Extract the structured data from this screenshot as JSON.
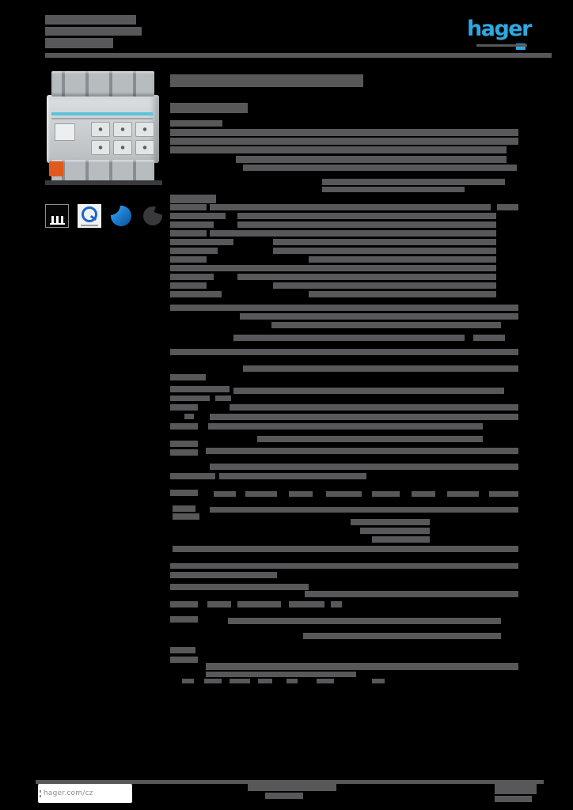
{
  "page": {
    "colors": {
      "background": "#000000",
      "redacted_text": "#58585a",
      "brand_blue": "#2ea9e0",
      "product_cyan": "#59c4d9",
      "product_orange": "#e05a1e",
      "q_mark_blue": "#1b66c9",
      "cert_blue": "#1d7fd0",
      "footer_box": "#ffffff",
      "footer_text": "#8f8f8f"
    }
  },
  "header": {
    "logo_text": "hager"
  },
  "footer": {
    "website": "hager.com/cz"
  },
  "icons": [
    {
      "name": "black-square-cert-icon"
    },
    {
      "name": "blue-q-quality-icon"
    },
    {
      "name": "blue-round-cert-icon"
    },
    {
      "name": "dark-circle-cert-icon"
    }
  ],
  "redacted_text_bars": [
    [
      57,
      19,
      115,
      12
    ],
    [
      57,
      34,
      122,
      11
    ],
    [
      57,
      48,
      86,
      13
    ],
    [
      602,
      56,
      64,
      3
    ],
    [
      57,
      67,
      640,
      6
    ],
    [
      215,
      94,
      244,
      16
    ],
    [
      215,
      130,
      98,
      13
    ],
    [
      215,
      152,
      66,
      8
    ],
    [
      215,
      163,
      440,
      9
    ],
    [
      215,
      174,
      440,
      9
    ],
    [
      215,
      185,
      425,
      9
    ],
    [
      298,
      197,
      342,
      9
    ],
    [
      307,
      208,
      346,
      8
    ],
    [
      407,
      226,
      231,
      8
    ],
    [
      407,
      236,
      180,
      7
    ],
    [
      215,
      246,
      58,
      11
    ],
    [
      215,
      258,
      46,
      8
    ],
    [
      265,
      258,
      355,
      8
    ],
    [
      628,
      258,
      27,
      8
    ],
    [
      215,
      269,
      70,
      8
    ],
    [
      300,
      269,
      327,
      8
    ],
    [
      215,
      280,
      55,
      8
    ],
    [
      300,
      280,
      327,
      8
    ],
    [
      215,
      291,
      46,
      8
    ],
    [
      265,
      291,
      362,
      8
    ],
    [
      215,
      302,
      80,
      8
    ],
    [
      345,
      302,
      282,
      8
    ],
    [
      215,
      313,
      60,
      8
    ],
    [
      345,
      313,
      282,
      8
    ],
    [
      215,
      324,
      46,
      8
    ],
    [
      390,
      324,
      237,
      8
    ],
    [
      215,
      335,
      70,
      8
    ],
    [
      265,
      335,
      362,
      8
    ],
    [
      215,
      346,
      55,
      8
    ],
    [
      300,
      346,
      327,
      8
    ],
    [
      215,
      357,
      46,
      8
    ],
    [
      345,
      357,
      282,
      8
    ],
    [
      215,
      368,
      65,
      8
    ],
    [
      390,
      368,
      237,
      8
    ],
    [
      215,
      385,
      440,
      8
    ],
    [
      303,
      396,
      352,
      8
    ],
    [
      343,
      407,
      290,
      8
    ],
    [
      295,
      423,
      292,
      8
    ],
    [
      598,
      423,
      40,
      8
    ],
    [
      215,
      441,
      47,
      8
    ],
    [
      260,
      441,
      395,
      8
    ],
    [
      307,
      462,
      348,
      8
    ],
    [
      215,
      473,
      45,
      8
    ],
    [
      215,
      488,
      75,
      8
    ],
    [
      295,
      490,
      342,
      8
    ],
    [
      215,
      500,
      50,
      7
    ],
    [
      272,
      500,
      20,
      7
    ],
    [
      215,
      511,
      35,
      8
    ],
    [
      290,
      511,
      365,
      8
    ],
    [
      233,
      523,
      12,
      7
    ],
    [
      265,
      523,
      390,
      8
    ],
    [
      215,
      535,
      35,
      8
    ],
    [
      263,
      535,
      347,
      8
    ],
    [
      325,
      551,
      285,
      8
    ],
    [
      215,
      557,
      35,
      8
    ],
    [
      215,
      568,
      35,
      8
    ],
    [
      260,
      566,
      395,
      8
    ],
    [
      265,
      586,
      390,
      8
    ],
    [
      215,
      598,
      57,
      8
    ],
    [
      277,
      598,
      186,
      8
    ],
    [
      215,
      619,
      35,
      8
    ],
    [
      270,
      621,
      28,
      7
    ],
    [
      310,
      621,
      40,
      7
    ],
    [
      365,
      621,
      30,
      7
    ],
    [
      412,
      621,
      45,
      7
    ],
    [
      470,
      621,
      35,
      7
    ],
    [
      520,
      621,
      30,
      7
    ],
    [
      565,
      621,
      40,
      7
    ],
    [
      618,
      621,
      37,
      7
    ],
    [
      218,
      639,
      29,
      8
    ],
    [
      265,
      641,
      390,
      7
    ],
    [
      218,
      649,
      34,
      8
    ],
    [
      443,
      656,
      100,
      8
    ],
    [
      455,
      667,
      88,
      8
    ],
    [
      470,
      678,
      73,
      8
    ],
    [
      218,
      690,
      54,
      8
    ],
    [
      260,
      690,
      395,
      8
    ],
    [
      215,
      712,
      440,
      7
    ],
    [
      215,
      723,
      135,
      8
    ],
    [
      215,
      738,
      175,
      8
    ],
    [
      385,
      747,
      270,
      8
    ],
    [
      215,
      760,
      35,
      8
    ],
    [
      262,
      760,
      30,
      8
    ],
    [
      300,
      760,
      55,
      8
    ],
    [
      365,
      760,
      45,
      8
    ],
    [
      418,
      760,
      14,
      8
    ],
    [
      215,
      779,
      35,
      8
    ],
    [
      288,
      781,
      345,
      8
    ],
    [
      383,
      800,
      250,
      8
    ],
    [
      215,
      818,
      32,
      8
    ],
    [
      215,
      830,
      35,
      8
    ],
    [
      260,
      838,
      395,
      9
    ],
    [
      260,
      849,
      190,
      7
    ],
    [
      230,
      858,
      15,
      6
    ],
    [
      258,
      858,
      22,
      6
    ],
    [
      290,
      858,
      26,
      6
    ],
    [
      326,
      858,
      18,
      6
    ],
    [
      362,
      858,
      14,
      6
    ],
    [
      400,
      858,
      22,
      6
    ],
    [
      470,
      858,
      16,
      6
    ],
    [
      45,
      986,
      642,
      5
    ],
    [
      313,
      991,
      112,
      9
    ],
    [
      335,
      1002,
      48,
      8
    ],
    [
      625,
      991,
      53,
      13
    ],
    [
      625,
      1006,
      47,
      8
    ]
  ]
}
